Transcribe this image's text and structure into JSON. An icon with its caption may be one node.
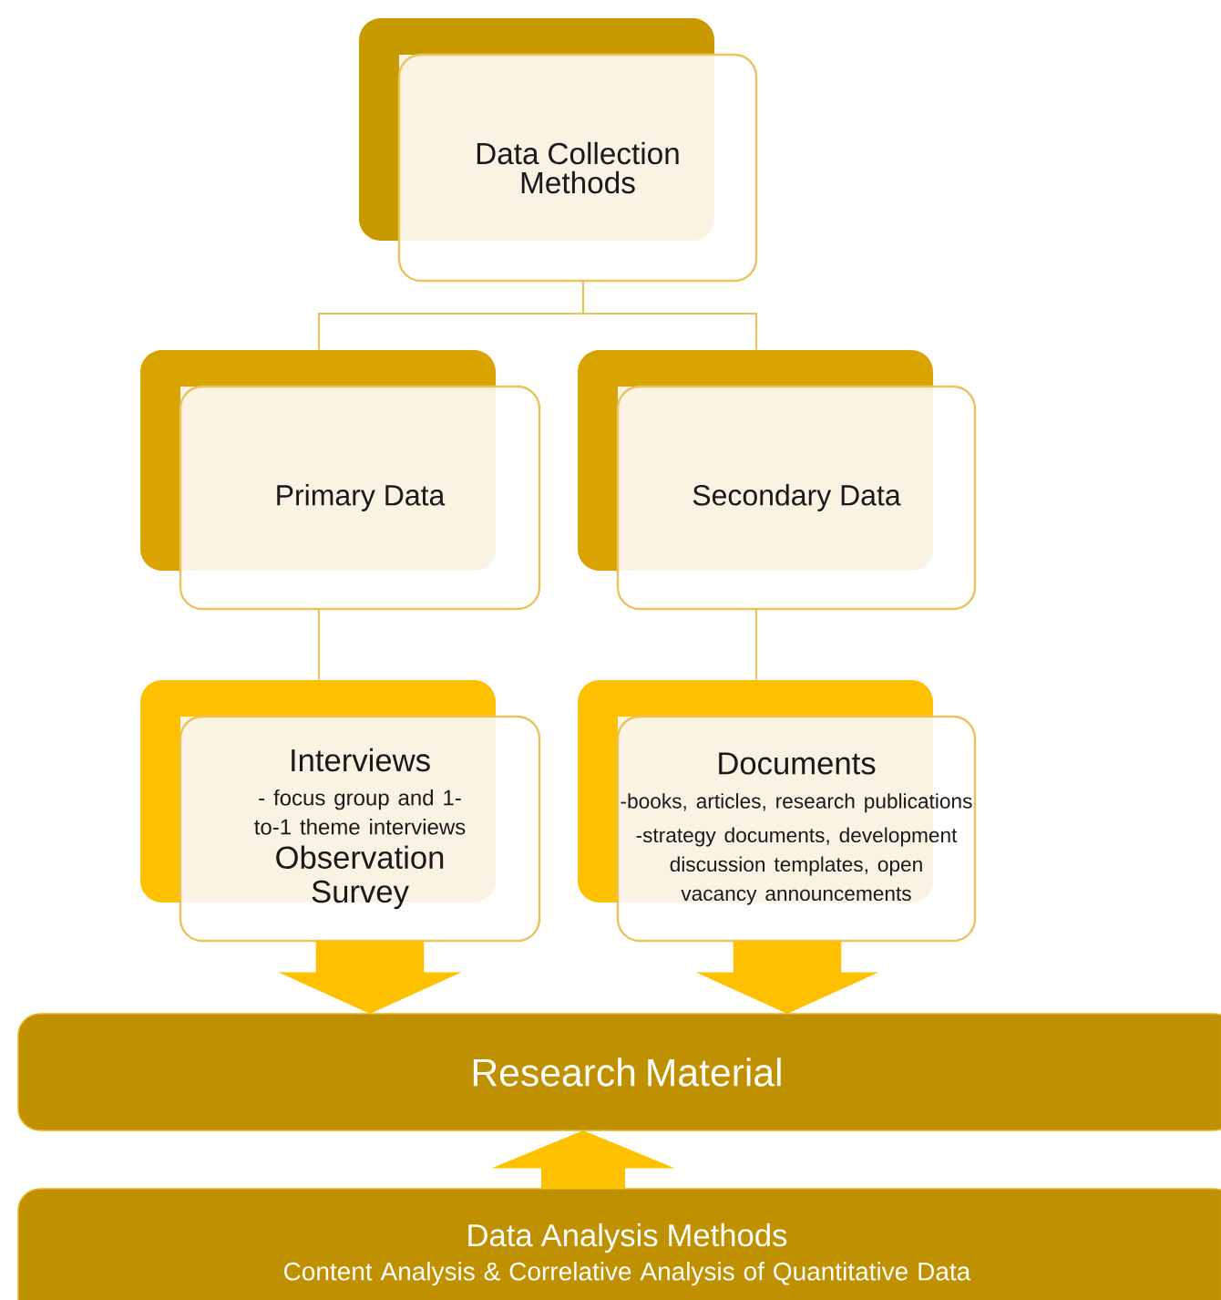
{
  "diagram": {
    "nodes": [
      {
        "text": [
          "Data Collection Methods"
        ]
      },
      {
        "text": [
          "Primary Data"
        ]
      },
      {
        "text": [
          "Secondary Data"
        ]
      },
      {
        "text": [
          "Interviews",
          "- focus group and 1-to-1 theme interviews",
          "Observation",
          "Survey"
        ]
      },
      {
        "text": [
          "Documents",
          "-books, articles, research publications",
          "-strategy documents, development discussion templates, open vacancy announcements"
        ]
      },
      {
        "text": [
          "Research Material"
        ]
      },
      {
        "text": [
          "Data Analysis Methods",
          "Content Analysis & Correlative Analysis of Quantitative Data"
        ]
      }
    ],
    "edges": [
      {
        "from": 0,
        "to": 1,
        "arrow": "none"
      },
      {
        "from": 0,
        "to": 2,
        "arrow": "none"
      },
      {
        "from": 1,
        "to": 3,
        "arrow": "none"
      },
      {
        "from": 2,
        "to": 4,
        "arrow": "none"
      },
      {
        "from": 3,
        "to": 5,
        "arrow": "to",
        "style": "thick",
        "color": "#ffc000"
      },
      {
        "from": 4,
        "to": 5,
        "arrow": "to",
        "style": "thick",
        "color": "#ffc000"
      },
      {
        "from": 6,
        "to": 5,
        "arrow": "to",
        "style": "thick",
        "color": "#ffc000"
      }
    ]
  }
}
